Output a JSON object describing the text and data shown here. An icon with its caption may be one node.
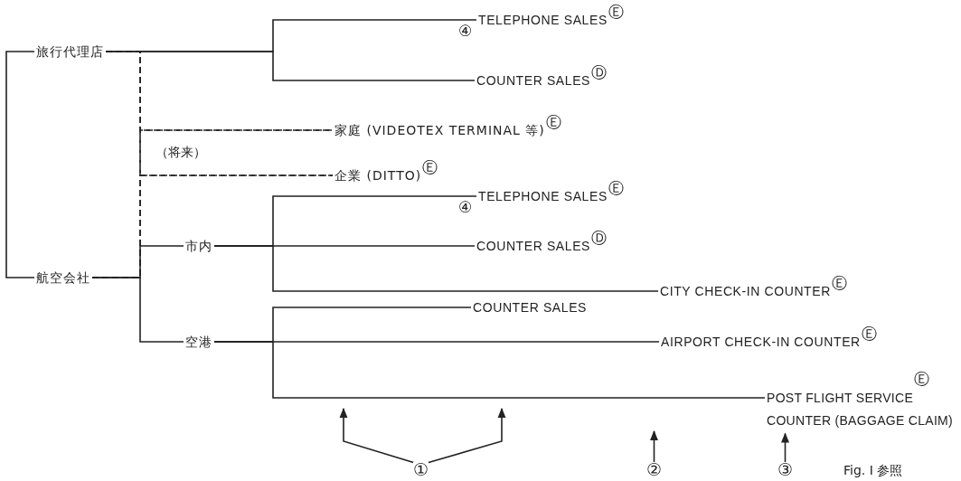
{
  "diagram": {
    "nodes": [
      {
        "text": [
          "旅行代理店"
        ]
      },
      {
        "text": [
          "航空会社"
        ]
      },
      {
        "text": [
          "TELEPHONE SALES"
        ],
        "beside": [
          "④",
          "Ⓔ"
        ]
      },
      {
        "text": [
          "COUNTER SALES"
        ],
        "beside": [
          "Ⓓ"
        ]
      },
      {
        "text": [
          "家庭 (VIDEOTEX TERMINAL 等)"
        ],
        "beside": [
          "Ⓔ"
        ]
      },
      {
        "text": [
          "企業 (DITTO)"
        ],
        "beside": [
          "Ⓔ"
        ]
      },
      {
        "text": [
          "市内"
        ]
      },
      {
        "text": [
          "TELEPHONE SALES"
        ],
        "beside": [
          "④",
          "Ⓔ"
        ]
      },
      {
        "text": [
          "COUNTER SALES"
        ],
        "beside": [
          "Ⓓ"
        ]
      },
      {
        "text": [
          "CITY CHECK-IN COUNTER"
        ],
        "beside": [
          "Ⓔ"
        ]
      },
      {
        "text": [
          "空港"
        ]
      },
      {
        "text": [
          "COUNTER SALES"
        ]
      },
      {
        "text": [
          "AIRPORT CHECK-IN COUNTER"
        ],
        "beside": [
          "Ⓔ"
        ]
      },
      {
        "text": [
          "POST FLIGHT SERVICE COUNTER (BAGGAGE CLAIM)"
        ],
        "beside": [
          "Ⓔ"
        ]
      },
      {
        "text": [
          "①"
        ]
      },
      {
        "text": [
          "②"
        ]
      },
      {
        "text": [
          "③"
        ]
      }
    ],
    "edges": [
      {
        "from": 0,
        "to": 1,
        "arrow": "none"
      },
      {
        "from": 0,
        "to": 2,
        "arrow": "none"
      },
      {
        "from": 0,
        "to": 3,
        "arrow": "none"
      },
      {
        "from": 0,
        "to": 4,
        "arrow": "none",
        "style": "dashed"
      },
      {
        "from": 0,
        "to": 5,
        "arrow": "none",
        "style": "dashed"
      },
      {
        "from": 1,
        "to": 4,
        "arrow": "none",
        "style": "dashed"
      },
      {
        "from": 1,
        "to": 5,
        "arrow": "none",
        "style": "dashed"
      },
      {
        "from": 1,
        "to": 6,
        "arrow": "none"
      },
      {
        "from": 1,
        "to": 10,
        "arrow": "none"
      },
      {
        "from": 6,
        "to": 7,
        "arrow": "none"
      },
      {
        "from": 6,
        "to": 8,
        "arrow": "none"
      },
      {
        "from": 6,
        "to": 9,
        "arrow": "none"
      },
      {
        "from": 10,
        "to": 11,
        "arrow": "none"
      },
      {
        "from": 10,
        "to": 12,
        "arrow": "none"
      },
      {
        "from": 10,
        "to": 13,
        "arrow": "none"
      },
      {
        "from": 14,
        "to": null,
        "arrow": "to"
      },
      {
        "from": 14,
        "to": null,
        "arrow": "to"
      },
      {
        "from": 15,
        "to": null,
        "arrow": "to"
      },
      {
        "from": 16,
        "to": 13,
        "arrow": "to"
      }
    ],
    "labels": [
      "（将来）",
      "Fig. I 参照"
    ]
  }
}
